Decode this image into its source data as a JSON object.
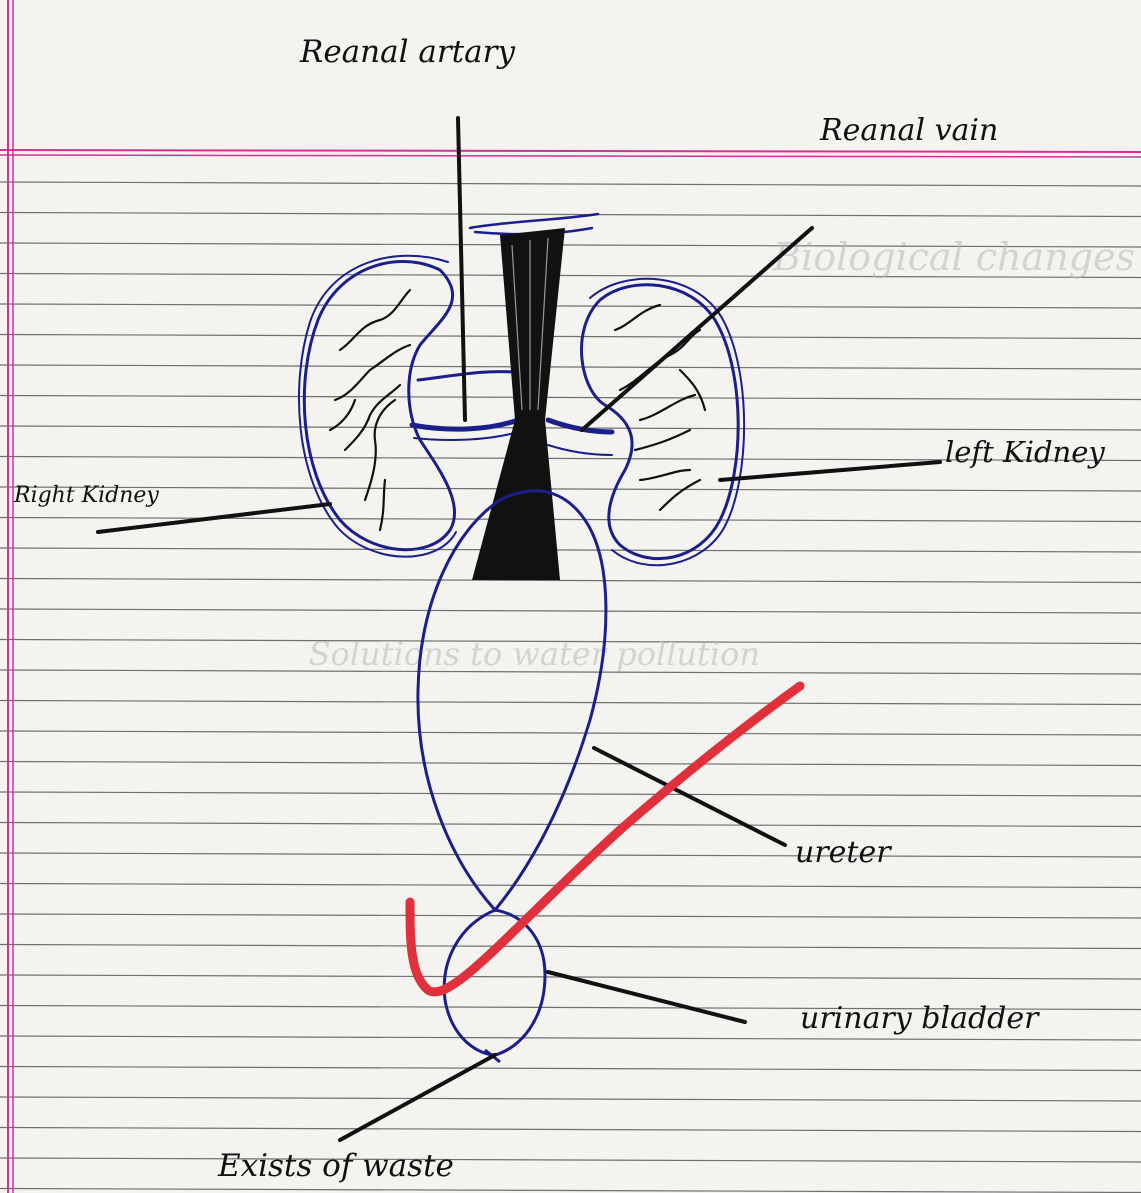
{
  "labels": {
    "renal_artery": "Reanal artary",
    "renal_vein": "Reanal vain",
    "left_kidney": "left Kidney",
    "right_kidney": "Right Kidney",
    "ureter": "ureter",
    "urinary_bladder": "urinary bladder",
    "exit": "Exists of waste"
  },
  "bleed_through": {
    "heading_1": "Biological changes",
    "heading_2": "Solutions to water pollution"
  },
  "colors": {
    "paper": "#f4f3f0",
    "ruled_line": "#6f6f6f",
    "margin_line": "#d2309a",
    "pen_blue": "#1a1f8c",
    "pen_black": "#111111",
    "check_mark": "#e0303c",
    "bleed": "#b9b9b9"
  }
}
